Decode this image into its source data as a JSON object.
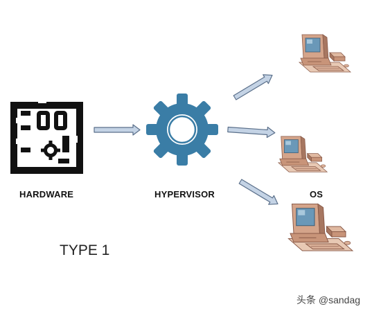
{
  "labels": {
    "hardware": "HARDWARE",
    "hypervisor": "HYPERVISOR",
    "os": "OS",
    "type": "TYPE 1"
  },
  "watermark": "头条 @sandag",
  "icons": {
    "hardware": "circuit-board-icon",
    "hypervisor": "gear-icon",
    "os": "vintage-computer-icon"
  },
  "colors": {
    "gear": "#3a7da6",
    "arrow_fill": "#c4d3e5",
    "arrow_stroke": "#5a6f8a",
    "board": "#111111",
    "computer_body": "#d4a48a",
    "computer_dark": "#8a5a48",
    "screen": "#6a98b8"
  }
}
